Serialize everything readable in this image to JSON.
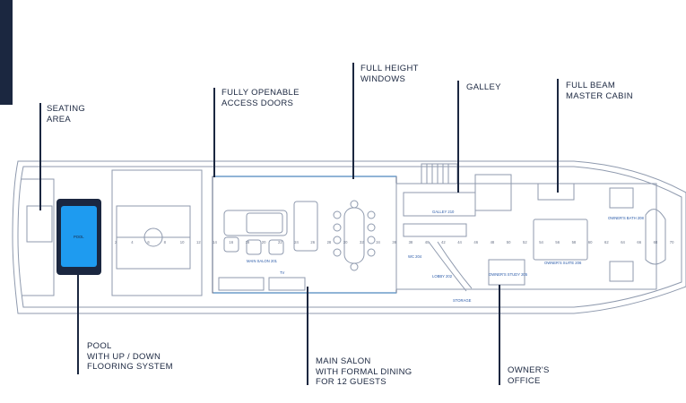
{
  "colors": {
    "ink": "#1b2740",
    "line": "#8f9aae",
    "pool": "#1e9bf0",
    "accent": "#1b2740"
  },
  "callouts": {
    "seating": {
      "line1": "SEATING",
      "line2": "AREA"
    },
    "doors": {
      "line1": "FULLY OPENABLE",
      "line2": "ACCESS DOORS"
    },
    "windows": {
      "line1": "FULL HEIGHT",
      "line2": "WINDOWS"
    },
    "galley": {
      "line1": "GALLEY"
    },
    "master": {
      "line1": "FULL BEAM",
      "line2": "MASTER CABIN"
    },
    "pool": {
      "line1": "POOL",
      "line2": "WITH UP / DOWN",
      "line3": "FLOORING SYSTEM"
    },
    "salon": {
      "line1": "MAIN SALON",
      "line2": "WITH FORMAL DINING",
      "line3": "FOR 12 GUESTS"
    },
    "office": {
      "line1": "OWNER'S",
      "line2": "OFFICE"
    }
  },
  "plan_labels": {
    "pool": "POOL",
    "main_salon": "MAIN SALON 201",
    "tv": "TV",
    "galley": "GALLEY 210",
    "wc": "WC 204",
    "lobby": "LOBBY 202",
    "study": "OWNER'S STUDY 205",
    "owners_suite": "OWNER'S SUITE 206",
    "owners_bath": "OWNER'S BATH 208",
    "storage": "STORAGE"
  },
  "frame_numbers": [
    "2",
    "4",
    "6",
    "8",
    "10",
    "12",
    "14",
    "16",
    "18",
    "20",
    "22",
    "24",
    "26",
    "28",
    "30",
    "32",
    "34",
    "36",
    "38",
    "40",
    "42",
    "44",
    "46",
    "48",
    "50",
    "52",
    "54",
    "56",
    "58",
    "60",
    "62",
    "64",
    "66",
    "68",
    "70"
  ]
}
